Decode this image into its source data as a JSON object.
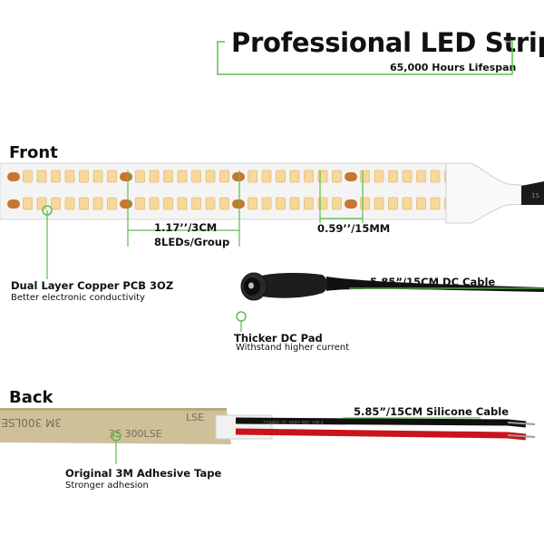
{
  "header": {
    "title": "Professional LED Strip",
    "subtitle": "65,000 Hours Lifespan"
  },
  "front": {
    "heading": "Front",
    "dim_group_length": "1.17’’/3CM",
    "dim_group_leds": "8LEDs/Group",
    "dim_cut_length": "0.59’’/15MM",
    "pcb_title": "Dual Layer Copper PCB 3OZ",
    "pcb_desc": "Better electronic conductivity",
    "dc_cable": "5.85”/15CM DC Cable",
    "dc_pad_title": "Thicker DC Pad",
    "dc_pad_desc": "Withstand higher current"
  },
  "back": {
    "heading": "Back",
    "silicone_cable": "5.85”/15CM Silicone Cable",
    "tape_title": "Original 3M Adhesive Tape",
    "tape_desc": "Stronger adhesion"
  },
  "colors": {
    "accent_green": "#5bbf4e",
    "led_warm": "#f7d79a",
    "solder_pad": "#c8752e",
    "tape_tan": "#cbbd95",
    "wire_red": "#c8141a"
  }
}
